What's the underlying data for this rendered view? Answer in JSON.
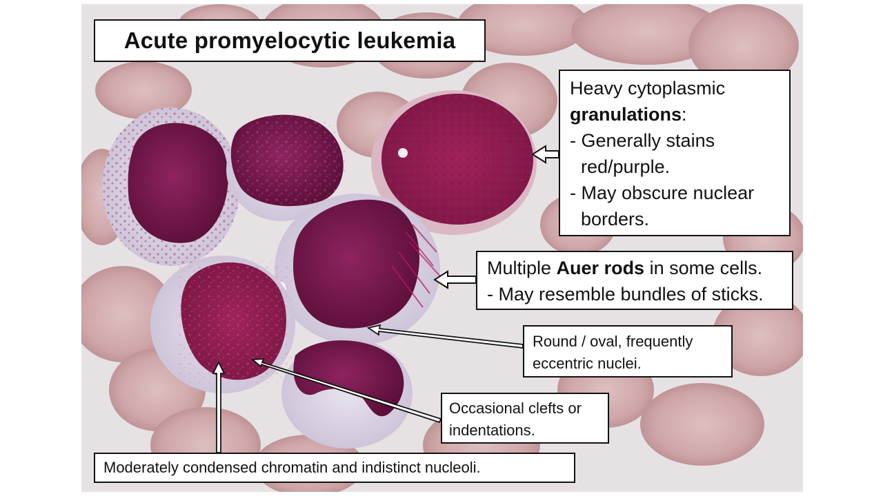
{
  "title": "Acute promyelocytic leukemia",
  "annotations": {
    "granulations": {
      "line1": "Heavy cytoplasmic",
      "bold": "granulations",
      "colon": ":",
      "point1a": "- Generally stains",
      "point1b": "red/purple.",
      "point2a": "- May obscure nuclear",
      "point2b": "borders."
    },
    "auer": {
      "prefix": "Multiple ",
      "bold": "Auer rods",
      "suffix": " in some cells.",
      "line2": "- May resemble bundles of sticks."
    },
    "nuclei": {
      "line1": "Round / oval, frequently",
      "line2": "eccentric nuclei."
    },
    "clefts": {
      "line1": "Occasional clefts or",
      "line2": "indentations."
    },
    "chromatin": "Moderately condensed chromatin and indistinct nucleoli."
  },
  "colors": {
    "background": "#e6e2e3",
    "rbc": "#cfa9aa",
    "rbc_edge": "#b98b8e",
    "cytoplasm": "#dcd4e2",
    "nucleus": "#6e1646",
    "granule": "#9a1c55",
    "box_border": "#111111"
  }
}
